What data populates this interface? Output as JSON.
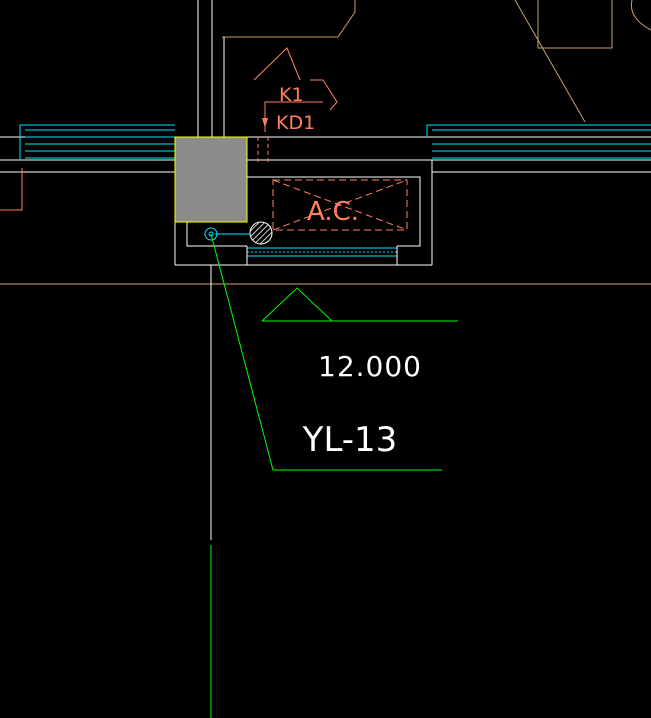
{
  "drawing": {
    "symbol_labels": {
      "line1": "K1",
      "line2": "KD1"
    },
    "equipment_label": "A.C.",
    "elevation": "12.000",
    "pipe_tag": "YL-13"
  },
  "colors": {
    "background": "#000000",
    "wall": "#ffffff",
    "window": "#00e5ff",
    "green_leader": "#00ff00",
    "orange": "#ff8060",
    "column_fill": "#8c8c8c",
    "column_stroke": "#ffff00",
    "tan": "#d4a070"
  }
}
